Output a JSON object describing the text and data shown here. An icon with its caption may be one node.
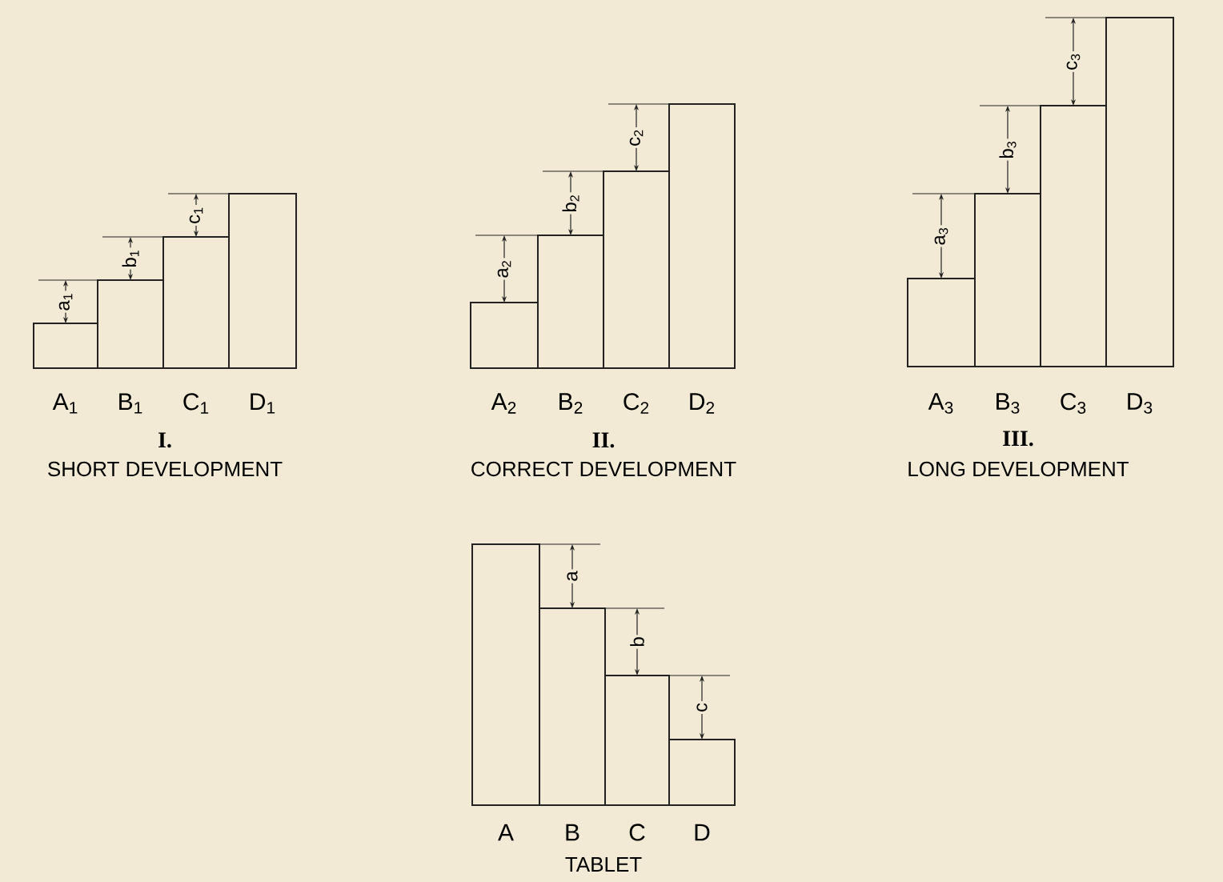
{
  "diagram": {
    "labels": [
      "a$_{1}$",
      "b$_{1}$",
      "c$_{1}$",
      "A$_{1}$",
      "B$_{1}$",
      "C$_{1}$",
      "D$_{1}$",
      "I.",
      "SHORT DEVELOPMENT",
      "a$_{2}$",
      "b$_{2}$",
      "c$_{2}$",
      "A$_{2}$",
      "B$_{2}$",
      "C$_{2}$",
      "D$_{2}$",
      "II.",
      "CORRECT DEVELOPMENT",
      "a$_{3}$",
      "b$_{3}$",
      "c$_{3}$",
      "A$_{3}$",
      "B$_{3}$",
      "C$_{3}$",
      "D$_{3}$",
      "III.",
      "LONG DEVELOPMENT",
      "a",
      "b",
      "c",
      "A",
      "B",
      "C",
      "D",
      "TABLET"
    ]
  }
}
